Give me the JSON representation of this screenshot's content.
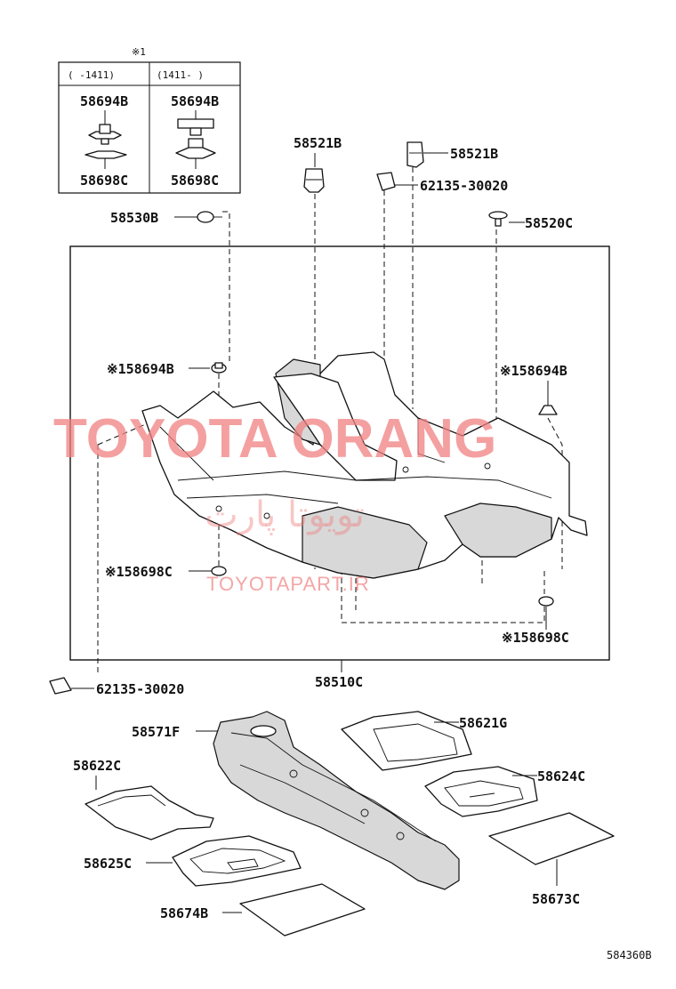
{
  "diagram": {
    "inset": {
      "note_mark": "※1",
      "col_left_header": "(      -1411)",
      "col_right_header": "(1411-      )",
      "left_top_part": "58694B",
      "left_bottom_part": "58698C",
      "right_top_part": "58694B",
      "right_bottom_part": "58698C"
    },
    "labels": {
      "p58521B_a": "58521B",
      "p58521B_b": "58521B",
      "p62135_top": "62135-30020",
      "p58530B": "58530B",
      "p58520C": "58520C",
      "p58694B_left": "※158694B",
      "p58694B_right": "※158694B",
      "p58698C_left": "※158698C",
      "p58698C_right": "※158698C",
      "p62135_bottom": "62135-30020",
      "p58510C": "58510C",
      "p58571F": "58571F",
      "p58621G": "58621G",
      "p58622C": "58622C",
      "p58624C": "58624C",
      "p58625C": "58625C",
      "p58673C": "58673C",
      "p58674B": "58674B"
    },
    "figure_code": "584360B",
    "watermark": {
      "main": "TOYOTA ORANG",
      "persian": "تویوتا پارت",
      "site": "TOYOTAPART.IR"
    }
  }
}
